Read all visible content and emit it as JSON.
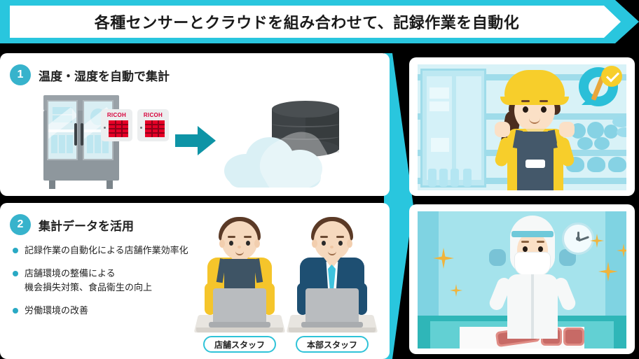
{
  "header": {
    "title": "各種センサーとクラウドを組み合わせて、記録作業を自動化",
    "accent_color": "#29C6DE"
  },
  "colors": {
    "cyan": "#29C6DE",
    "badge_cyan": "#37B3CC",
    "bullet_cyan": "#29A9C4",
    "arrow_teal": "#0E94A6",
    "ricoh_red": "#D7003A",
    "background": "#000000",
    "panel": "#FFFFFF"
  },
  "panels": [
    {
      "number": "1",
      "title": "温度・湿度を自動で集計",
      "illustration": {
        "fridge": "commercial-refrigerator",
        "sensors": [
          {
            "brand": "RICOH"
          },
          {
            "brand": "RICOH"
          }
        ],
        "flow_arrow": "arrow-right",
        "cloud": "cloud",
        "database": "database-cylinder"
      }
    },
    {
      "number": "2",
      "title": "集計データを活用",
      "bullets": [
        "記録作業の自動化による店舗作業効率化",
        "店舗環境の整備による\n機会損失対策、食品衛生の向上",
        "労働環境の改善"
      ],
      "people": [
        {
          "label": "店舗スタッフ",
          "outfit": "yellow-shirt-navy-apron"
        },
        {
          "label": "本部スタッフ",
          "outfit": "navy-suit-cyan-tie"
        }
      ]
    }
  ],
  "photos": [
    {
      "scene": "store-clerk-celebrating",
      "subject": "store-clerk-yellow-cap",
      "badge": "sync-check-icon"
    },
    {
      "scene": "food-processing-worker",
      "subject": "sanitary-suit-worker",
      "props": [
        "wall-clock",
        "sparkles",
        "meat-cuts"
      ]
    }
  ],
  "divider": {
    "shape": "large-right-arrow"
  }
}
